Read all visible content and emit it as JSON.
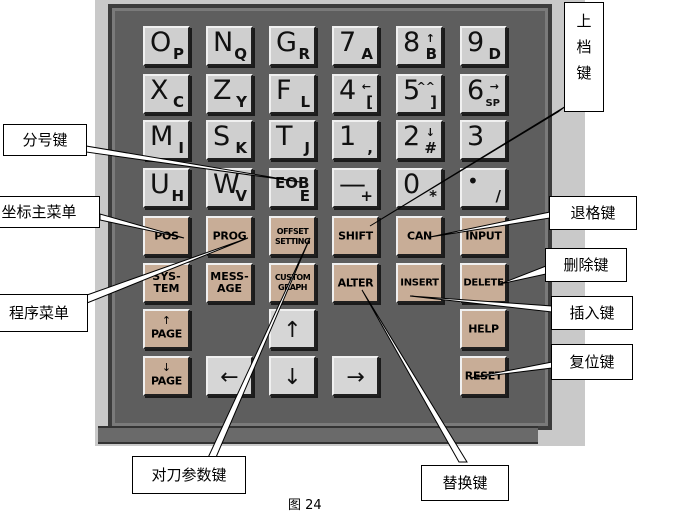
{
  "keys": {
    "o": {
      "main": "O",
      "sub": "P"
    },
    "n": {
      "main": "N",
      "sub": "Q"
    },
    "g": {
      "main": "G",
      "sub": "R"
    },
    "seven": {
      "main": "7",
      "sub": "A"
    },
    "eight": {
      "main": "8",
      "sub": "B",
      "shift": "↑"
    },
    "nine": {
      "main": "9",
      "sub": "D"
    },
    "x": {
      "main": "X",
      "sub": "C"
    },
    "z": {
      "main": "Z",
      "sub": "Y"
    },
    "f": {
      "main": "F",
      "sub": "L"
    },
    "four": {
      "main": "4",
      "sub": "[",
      "shift": "←"
    },
    "five": {
      "main": "5",
      "sub": "]",
      "shift": "^^"
    },
    "six": {
      "main": "6",
      "sub": "SP",
      "shift": "→"
    },
    "m": {
      "main": "M",
      "sub": "I"
    },
    "s": {
      "main": "S",
      "sub": "K"
    },
    "t": {
      "main": "T",
      "sub": "J"
    },
    "one": {
      "main": "1",
      "sub": ","
    },
    "two": {
      "main": "2",
      "sub": "#",
      "shift": "↓"
    },
    "three": {
      "main": "3",
      "sub": ""
    },
    "u": {
      "main": "U",
      "sub": "H"
    },
    "w": {
      "main": "W",
      "sub": "V"
    },
    "eob": {
      "main": "EOB",
      "sub": "E"
    },
    "minus": {
      "main": "—",
      "sub": "+"
    },
    "zero": {
      "main": "0",
      "sub": "*"
    },
    "dot": {
      "main": "•",
      "sub": "/"
    },
    "pos": "POS",
    "prog": "PROG",
    "offset": "OFFSET SETTING",
    "shift": "SHIFT",
    "can": "CAN",
    "input": "INPUT",
    "system": "SYS- TEM",
    "message": "MESS- AGE",
    "custom": "CUSTOM GRAPH",
    "alter": "ALTER",
    "insert": "INSERT",
    "delete": "DELETE",
    "page_up": "PAGE",
    "page_down": "PAGE",
    "help": "HELP",
    "reset": "RESET",
    "up": "↑",
    "down": "↓",
    "left": "←",
    "right": "→"
  },
  "callouts": {
    "shift": "上\n档\n键",
    "eob": "分号键",
    "pos": "坐标主菜单",
    "prog": "程序菜单",
    "can": "退格键",
    "delete": "删除键",
    "insert": "插入键",
    "reset": "复位键",
    "offset": "对刀参数键",
    "alter": "替换键"
  },
  "caption": "图 24",
  "colors": {
    "panel": "#5e5e5e",
    "key_light": "#cfcfcf",
    "key_tan": "#c8ad97"
  }
}
